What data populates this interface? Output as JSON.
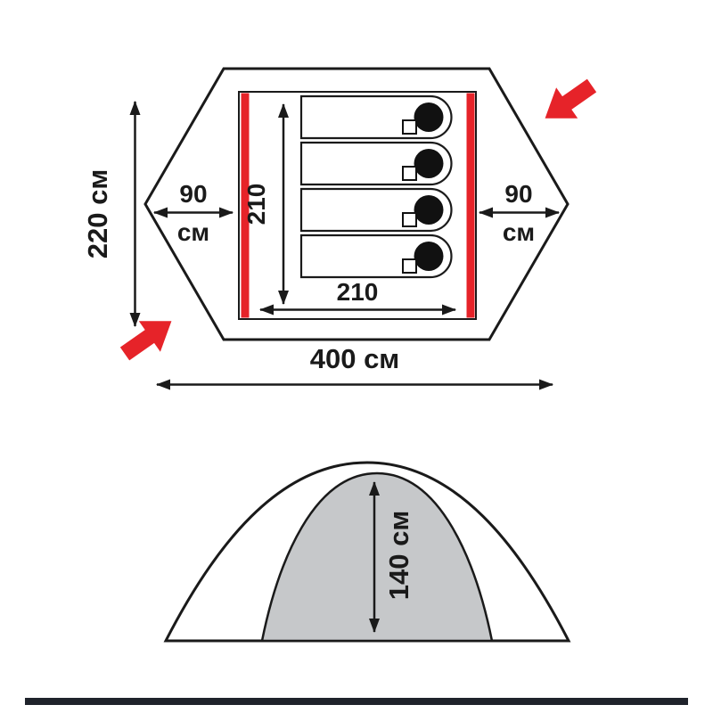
{
  "colors": {
    "outline": "#1a1a1a",
    "accent_red": "#e62329",
    "dome_fill": "#c6c8ca",
    "footer_bar": "#1f232b"
  },
  "floor_plan": {
    "total_width_label": "400 см",
    "total_depth_label": "220 см",
    "vestibule_left": {
      "value": "90",
      "unit": "см"
    },
    "vestibule_right": {
      "value": "90",
      "unit": "см"
    },
    "inner_depth_label": "210",
    "inner_width_label": "210",
    "sleeping_places": 4
  },
  "side_view": {
    "height_label": "140 см"
  }
}
